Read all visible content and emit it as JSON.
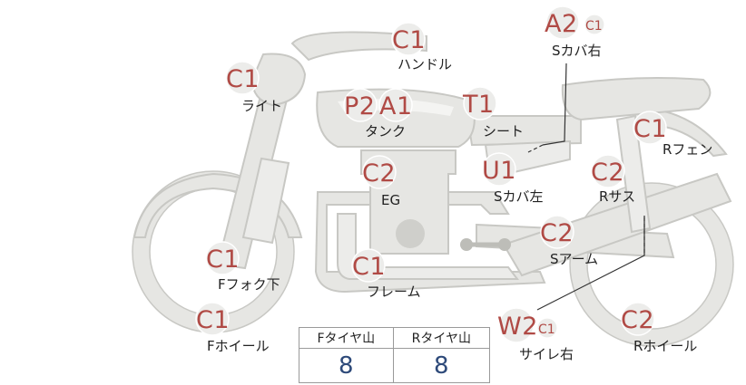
{
  "parts": [
    {
      "id": "handle",
      "codes": [
        "C1"
      ],
      "label": "ハンドル"
    },
    {
      "id": "light",
      "codes": [
        "C1"
      ],
      "label": "ライト"
    },
    {
      "id": "tank",
      "codes": [
        "P2",
        "A1"
      ],
      "label": "タンク"
    },
    {
      "id": "seat",
      "codes": [
        "T1"
      ],
      "label": "シート"
    },
    {
      "id": "side-cover-right",
      "codes": [
        "A2",
        "C1"
      ],
      "label": "Sカバ右"
    },
    {
      "id": "rear-fender",
      "codes": [
        "C1"
      ],
      "label": "Rフェン"
    },
    {
      "id": "engine",
      "codes": [
        "C2"
      ],
      "label": "EG"
    },
    {
      "id": "side-cover-left",
      "codes": [
        "U1"
      ],
      "label": "Sカバ左"
    },
    {
      "id": "rear-suspension",
      "codes": [
        "C2"
      ],
      "label": "Rサス"
    },
    {
      "id": "swing-arm",
      "codes": [
        "C2"
      ],
      "label": "Sアーム"
    },
    {
      "id": "front-fork-lower",
      "codes": [
        "C1"
      ],
      "label": "Fフォク下"
    },
    {
      "id": "frame",
      "codes": [
        "C1"
      ],
      "label": "フレーム"
    },
    {
      "id": "front-wheel",
      "codes": [
        "C1"
      ],
      "label": "Fホイール"
    },
    {
      "id": "silencer-right",
      "codes": [
        "W2",
        "C1"
      ],
      "label": "サイレ右"
    },
    {
      "id": "rear-wheel",
      "codes": [
        "C2"
      ],
      "label": "Rホイール"
    }
  ],
  "tread_table": {
    "headers": [
      "Fタイヤ山",
      "Rタイヤ山"
    ],
    "values": [
      "8",
      "8"
    ]
  },
  "colors": {
    "code_text": "#b04a45",
    "badge_fill": "#ececea",
    "bike_fill": "#e6e6e3",
    "bike_outline": "#c8c8c4",
    "tread_value_text": "#2e4a7a"
  }
}
